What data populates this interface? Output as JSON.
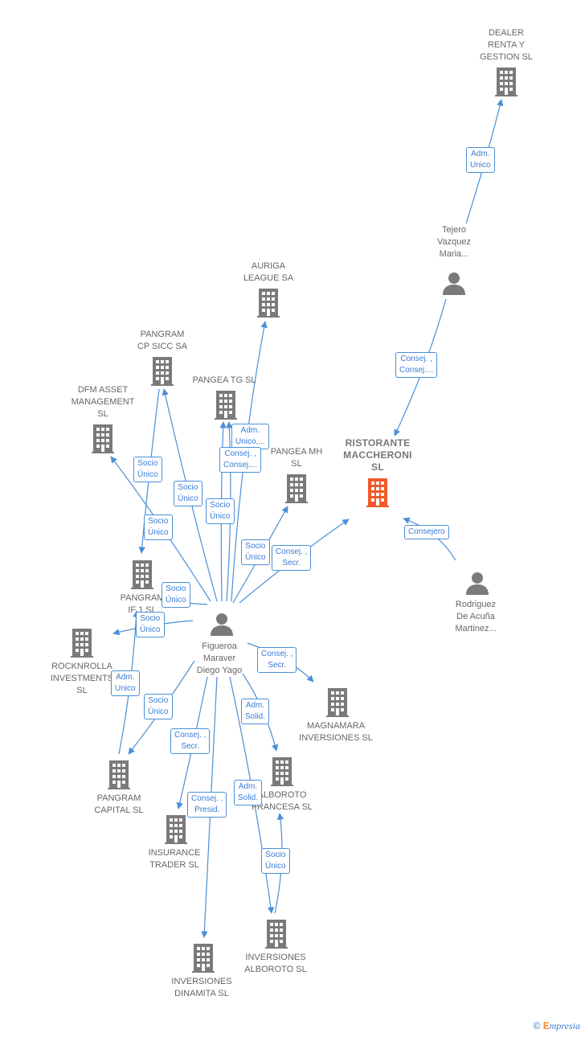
{
  "colors": {
    "building": "#7a7a7a",
    "building_main": "#f05a2a",
    "person": "#7a7a7a",
    "edge": "#4a8fd8",
    "label_text": "#3a7bd5"
  },
  "nodes": {
    "dealer": "DEALER\nRENTA Y\nGESTION  SL",
    "tejero": "Tejero\nVazquez\nMaria...",
    "auriga": "AURIGA\nLEAGUE SA",
    "pangram_cp": "PANGRAM\nCP SICC SA",
    "pangea_tg": "PANGEA TG  SL",
    "dfm": "DFM ASSET\nMANAGEMENT\nSL",
    "ristorante": "RISTORANTE\nMACCHERONI\nSL",
    "pangea_mh": "PANGEA MH\nSL",
    "pangram_if": "PANGRAM\nIF 1  SL",
    "rodriguez": "Rodriguez\nDe Acuña\nMartinez...",
    "figueroa": "Figueroa\nMaraver\nDiego Yago",
    "rocknrolla": "ROCKNROLLA\nINVESTMENTS\nSL",
    "magnamara": "MAGNAMARA\nINVERSIONES SL",
    "pangram_capital": "PANGRAM\nCAPITAL  SL",
    "alboroto_francesa": "ALBOROTO\nFRANCESA  SL",
    "insurance": "INSURANCE\nTRADER SL",
    "inv_alboroto": "INVERSIONES\nALBOROTO  SL",
    "inv_dinamita": "INVERSIONES\nDINAMITA  SL"
  },
  "relations": {
    "adm_unico_dealer": "Adm.\nUnico",
    "consej_tejero": "Consej. ,\nConsej....",
    "consejero_rodriguez": "Consejero",
    "adm_unico_auriga": "Adm.\nUnico,...",
    "consej_pangea_tg": "Consej. ,\nConsej....",
    "socio_dfm": "Socio\nÚnico",
    "socio_pangram_cp": "Socio\nÚnico",
    "socio_pangea_tg": "Socio\nÚnico",
    "socio_pangram_if_a": "Socio\nÚnico",
    "socio_pangea_mh": "Socio\nÚnico",
    "consej_secr_ristorante": "Consej. ,\nSecr.",
    "socio_pangram_if_b": "Socio\nÚnico",
    "socio_rocknrolla": "Socio\nÚnico",
    "consej_secr_magnamara": "Consej. ,\nSecr.",
    "adm_unico_pangram_capital": "Adm.\nUnico",
    "socio_pangram_capital": "Socio\nÚnico",
    "adm_solid_alboroto": "Adm.\nSolid.",
    "consej_secr_insurance": "Consej. ,\nSecr.",
    "consej_presid_dinamita": "Consej. ,\nPresid.",
    "adm_solid_inv_alboroto": "Adm.\nSolid.",
    "socio_inv_alboroto": "Socio\nÚnico"
  },
  "footer": {
    "copyright": "©",
    "brand": "mpresia",
    "brand_initial": "E"
  }
}
